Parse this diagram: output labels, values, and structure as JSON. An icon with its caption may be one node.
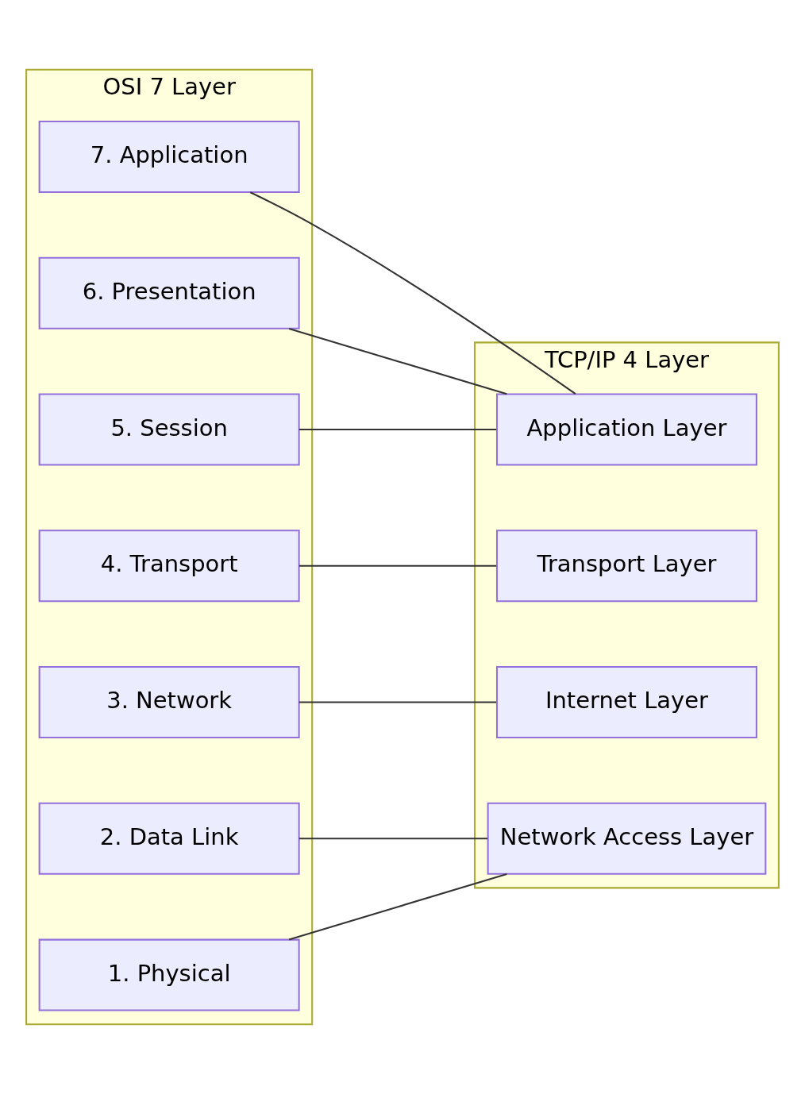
{
  "diagram": {
    "nodes": [
      {
        "text": [
          "OSI 7 Layer"
        ]
      },
      {
        "text": [
          "7. Application"
        ],
        "in": 0
      },
      {
        "text": [
          "6. Presentation"
        ],
        "in": 0
      },
      {
        "text": [
          "5. Session"
        ],
        "in": 0
      },
      {
        "text": [
          "4. Transport"
        ],
        "in": 0
      },
      {
        "text": [
          "3. Network"
        ],
        "in": 0
      },
      {
        "text": [
          "2. Data Link"
        ],
        "in": 0
      },
      {
        "text": [
          "1. Physical"
        ],
        "in": 0
      },
      {
        "text": [
          "TCP/IP 4 Layer"
        ]
      },
      {
        "text": [
          "Application Layer"
        ],
        "in": 8
      },
      {
        "text": [
          "Transport Layer"
        ],
        "in": 8
      },
      {
        "text": [
          "Internet Layer"
        ],
        "in": 8
      },
      {
        "text": [
          "Network Access Layer"
        ],
        "in": 8
      }
    ],
    "edges": [
      {
        "from": 1,
        "to": 9,
        "arrow": "none"
      },
      {
        "from": 2,
        "to": 9,
        "arrow": "none"
      },
      {
        "from": 3,
        "to": 9,
        "arrow": "none"
      },
      {
        "from": 4,
        "to": 10,
        "arrow": "none"
      },
      {
        "from": 5,
        "to": 11,
        "arrow": "none"
      },
      {
        "from": 6,
        "to": 12,
        "arrow": "none"
      },
      {
        "from": 7,
        "to": 12,
        "arrow": "none"
      }
    ]
  }
}
